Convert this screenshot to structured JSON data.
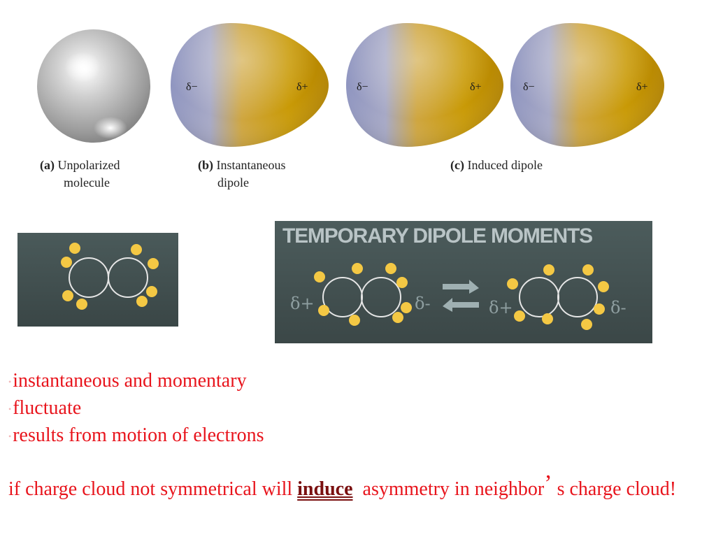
{
  "figure_top": {
    "labels": {
      "delta_minus": "δ−",
      "delta_plus": "δ+"
    },
    "captions": {
      "a_letter": "(a)",
      "a_line1": "Unpolarized",
      "a_line2": "molecule",
      "b_letter": "(b)",
      "b_line1": "Instantaneous",
      "b_line2": "dipole",
      "c_letter": "(c)",
      "c_line1": "Induced dipole"
    }
  },
  "panel_right": {
    "title": "TEMPORARY DIPOLE MOMENTS",
    "delta_plus": "δ+",
    "delta_minus": "δ-"
  },
  "bullets": [
    "instantaneous and momentary",
    "fluctuate",
    "results from motion of electrons"
  ],
  "note": {
    "pre": "if charge cloud not symmetrical will ",
    "emph": "induce",
    "post": "  asymmetry in neighbor",
    "apos": "’",
    "tail": " s charge cloud!"
  }
}
